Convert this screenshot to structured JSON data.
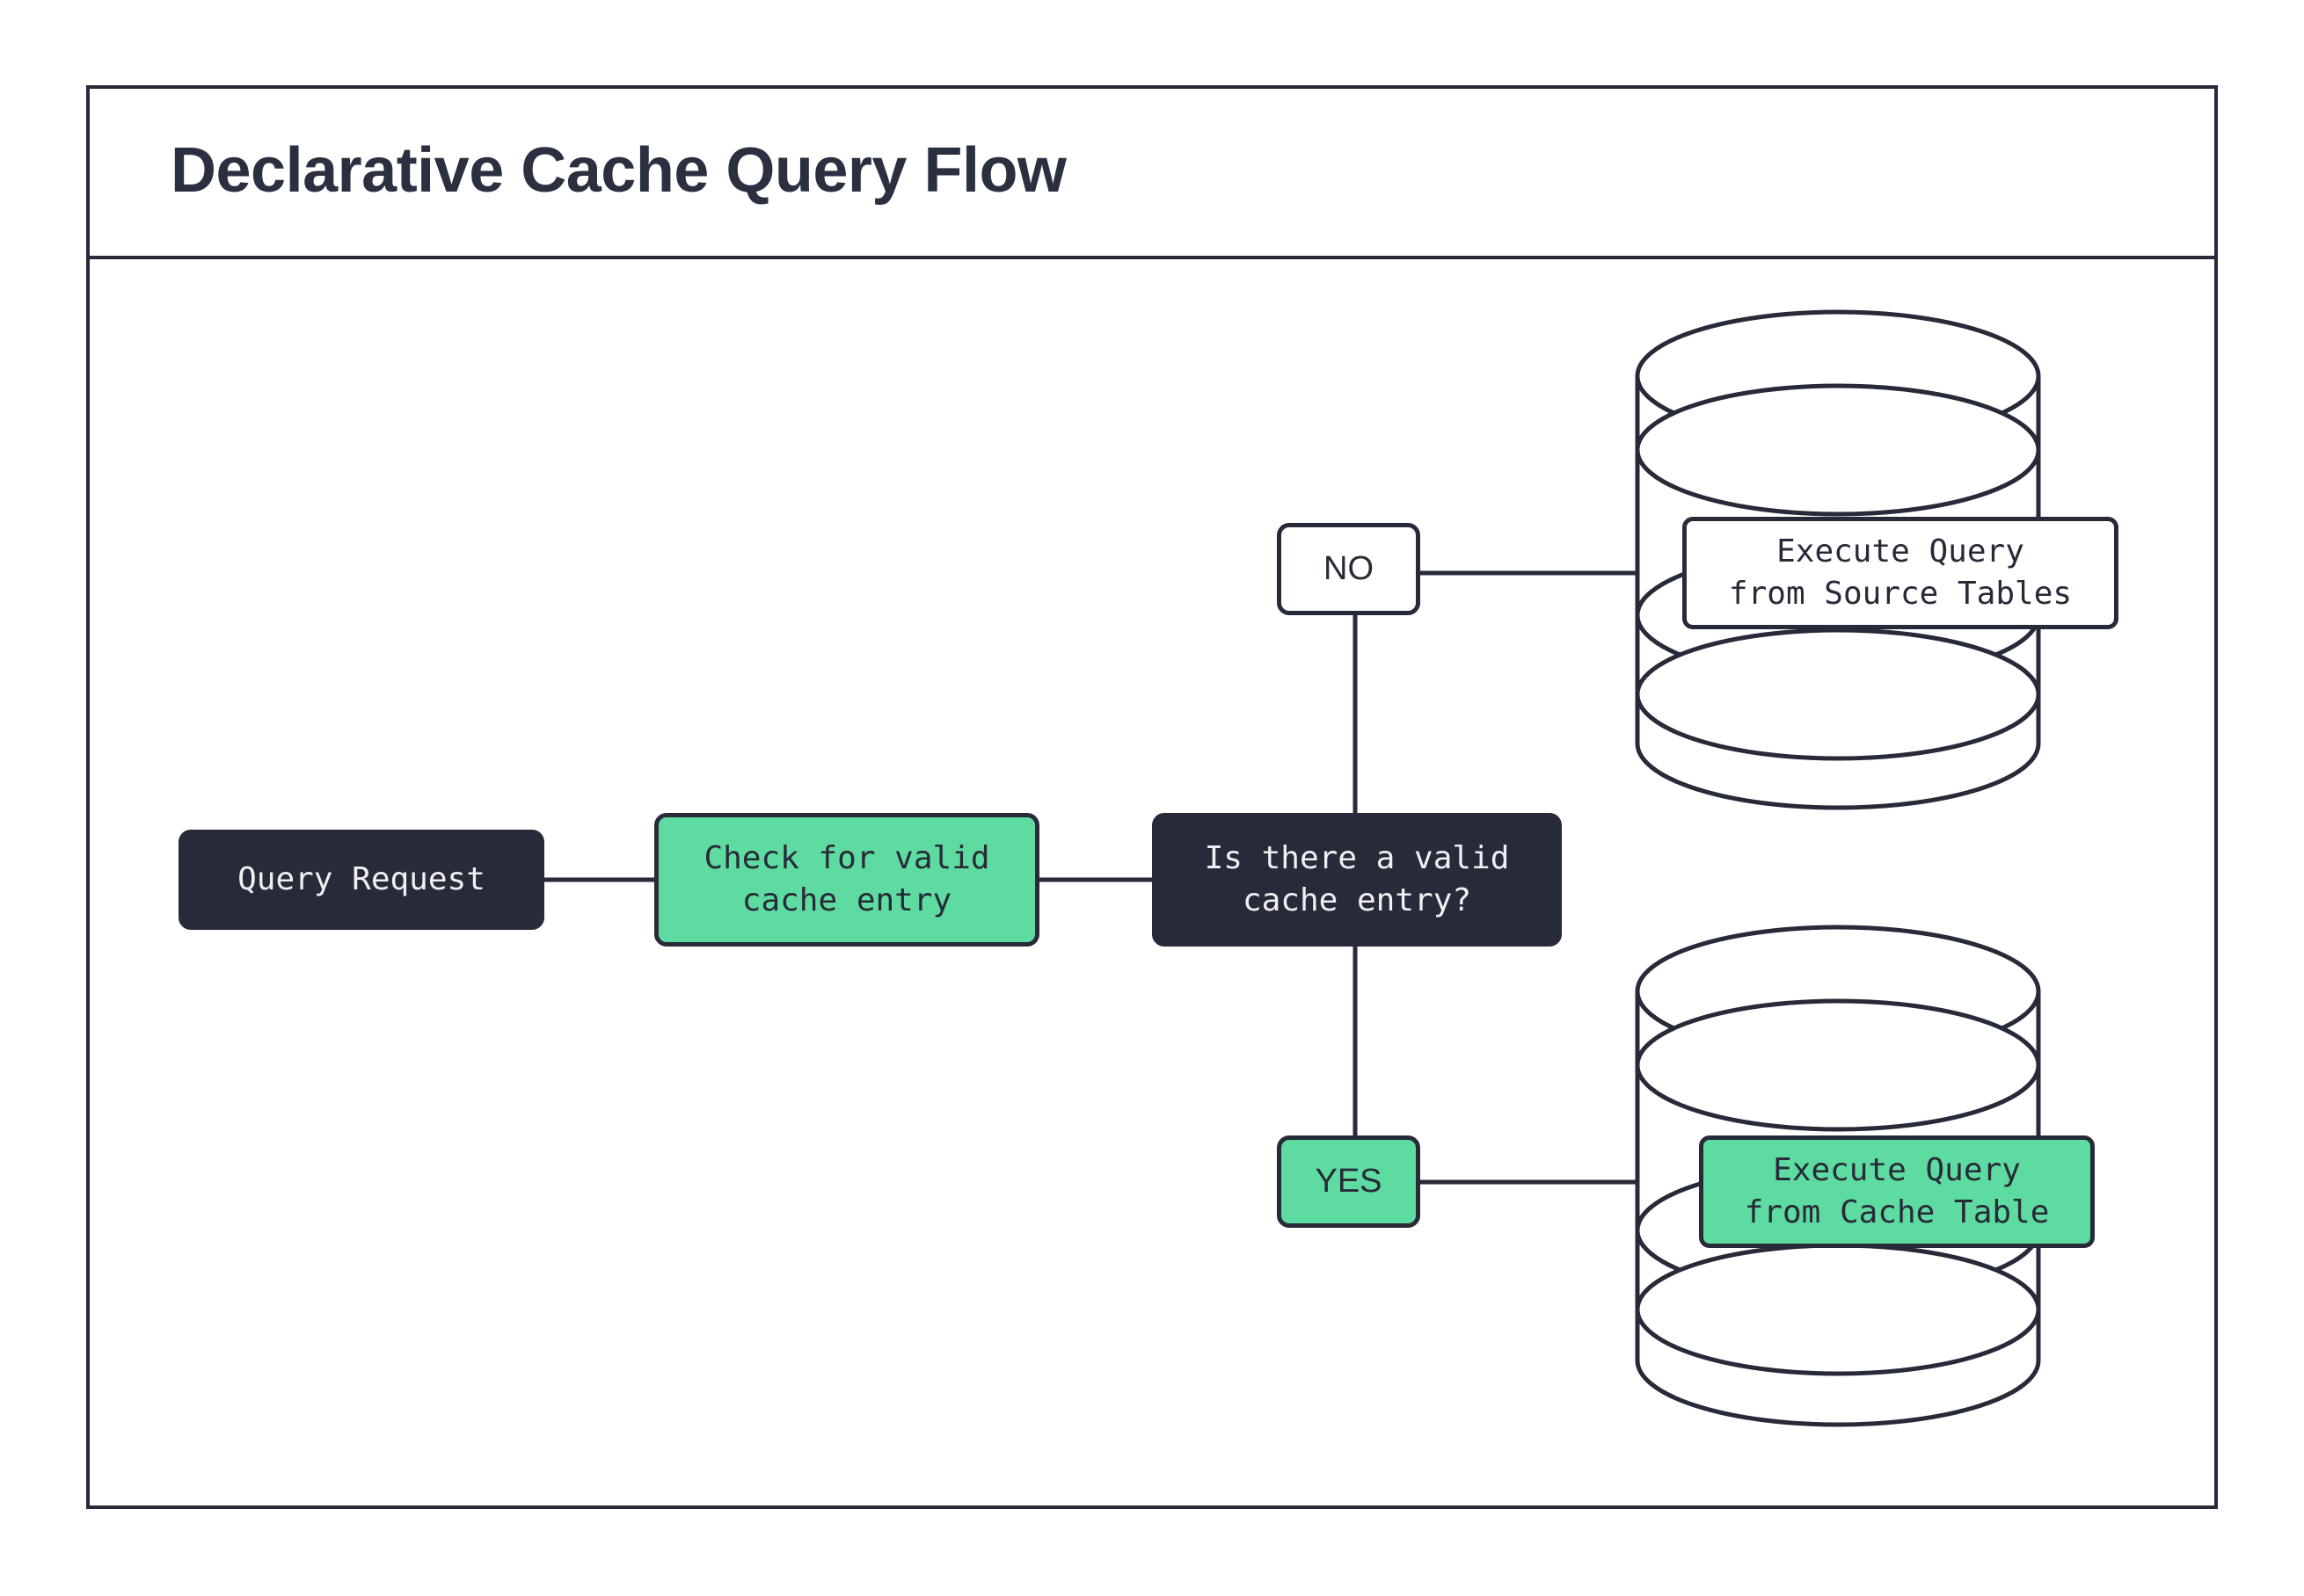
{
  "page": {
    "background": "#ffffff",
    "frame_border_color": "#272a38"
  },
  "header": {
    "title": "Declarative Cache Query Flow"
  },
  "palette": {
    "dark": "#272a38",
    "green": "#5edba0",
    "white": "#ffffff",
    "text_light": "#f0f0f2"
  },
  "chart_data": {
    "type": "diagram",
    "diagram_kind": "flowchart",
    "title": "Declarative Cache Query Flow",
    "nodes": [
      {
        "id": "query_request",
        "label": "Query Request",
        "shape": "rounded-rect",
        "style": "dark"
      },
      {
        "id": "check_cache",
        "label": "Check for valid\ncache entry",
        "shape": "rounded-rect",
        "style": "green"
      },
      {
        "id": "decision",
        "label": "Is there a valid\ncache entry?",
        "shape": "rounded-rect",
        "style": "dark"
      },
      {
        "id": "no_label",
        "label": "NO",
        "shape": "rounded-rect",
        "style": "white"
      },
      {
        "id": "yes_label",
        "label": "YES",
        "shape": "rounded-rect",
        "style": "green"
      },
      {
        "id": "source_db",
        "label": "Execute Query\nfrom Source Tables",
        "shape": "cylinder",
        "style": "white"
      },
      {
        "id": "cache_db",
        "label": "Execute Query\nfrom Cache Table",
        "shape": "cylinder",
        "style": "green"
      }
    ],
    "edges": [
      {
        "from": "query_request",
        "to": "check_cache",
        "label": ""
      },
      {
        "from": "check_cache",
        "to": "decision",
        "label": ""
      },
      {
        "from": "decision",
        "to": "no_label",
        "label": "NO"
      },
      {
        "from": "no_label",
        "to": "source_db",
        "label": ""
      },
      {
        "from": "decision",
        "to": "yes_label",
        "label": "YES"
      },
      {
        "from": "yes_label",
        "to": "cache_db",
        "label": ""
      }
    ]
  },
  "nodes": {
    "query_request": {
      "label": "Query Request"
    },
    "check_cache": {
      "label": "Check for valid\ncache entry"
    },
    "decision": {
      "label": "Is there a valid\ncache entry?"
    },
    "no_label": {
      "label": "NO"
    },
    "yes_label": {
      "label": "YES"
    },
    "source_db": {
      "label": "Execute Query\nfrom Source Tables"
    },
    "cache_db": {
      "label": "Execute Query\nfrom Cache Table"
    }
  }
}
